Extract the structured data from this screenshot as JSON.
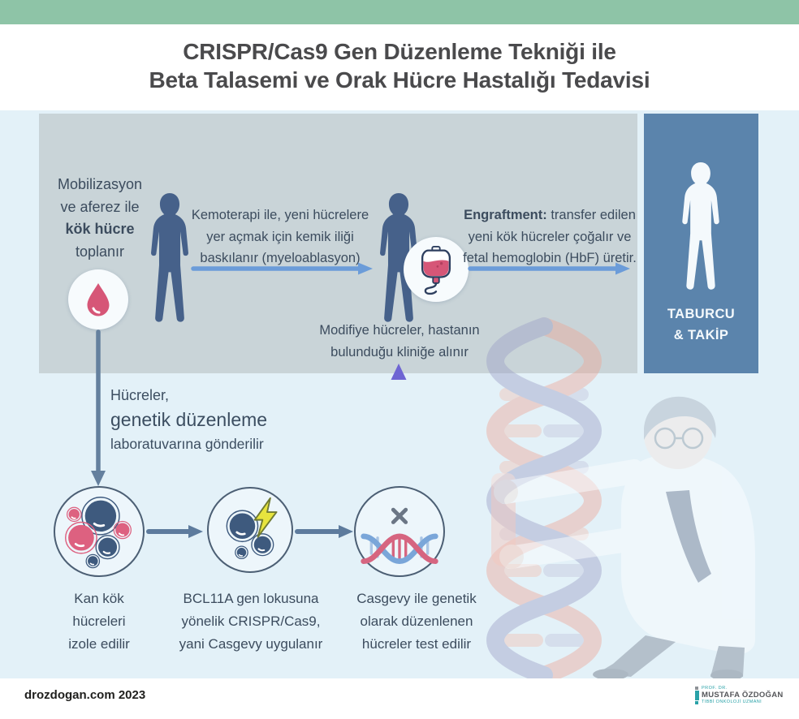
{
  "header": {
    "title_line1": "CRISPR/Cas9 Gen Düzenleme Tekniği ile",
    "title_line2": "Beta Talasemi ve Orak Hücre Hastalığı Tedavisi"
  },
  "hospital_band": {
    "mobilization": {
      "line1": "Mobilizasyon",
      "line2": "ve aferez ile",
      "line3": "kök hücre",
      "line4": "toplanır"
    },
    "chemo": "Kemoterapi ile, yeni hücrelere\nyer açmak için kemik iliği\nbaskılanır (myeloablasyon)",
    "engraftment": {
      "bold": "Engraftment:",
      "line1_rest": " transfer edilen",
      "line2": "yeni kök hücreler çoğalır ve",
      "line3": "fetal hemoglobin (HbF) üretir."
    },
    "modified_cells": "Modifiye hücreler, hastanın\nbulunduğu kliniğe alınır",
    "discharge": {
      "line1": "TABURCU",
      "line2": "& TAKİP"
    }
  },
  "lab_flow": {
    "send_line1": "Hücreler,",
    "send_line2": "genetik düzenleme",
    "send_line3": "laboratuvarına gönderilir",
    "step_isolate": "Kan kök\nhücreleri\nizole edilir",
    "step_crispr": "BCL11A gen lokusuna\nyönelik CRISPR/Cas9,\nyani Casgevy uygulanır",
    "step_test": "Casgevy ile genetik\nolarak düzenlenen\nhücreler test edilir"
  },
  "footer": {
    "site": "drozdogan.com 2023",
    "logo_title": "PROF. DR.",
    "logo_name": "MUSTAFA ÖZDOĞAN",
    "logo_subtitle": "TIBBİ ONKOLOJİ UZMANI"
  },
  "colors": {
    "top_bar": "#8ec4a7",
    "canvas_bg": "#e3f1f8",
    "hospital_band": "#c9d4d8",
    "discharge_box": "#5b84ac",
    "silhouette": "#46618a",
    "body_text": "#3c4c5e",
    "arrow_blue": "#6b9cd9",
    "arrow_slate": "#5d7b9d",
    "arrow_purple": "#6e65d3",
    "blood_red": "#d65677",
    "cell_navy": "#3e5a7e",
    "cell_pink": "#dd6180",
    "lightning_yellow": "#e7e43e"
  }
}
